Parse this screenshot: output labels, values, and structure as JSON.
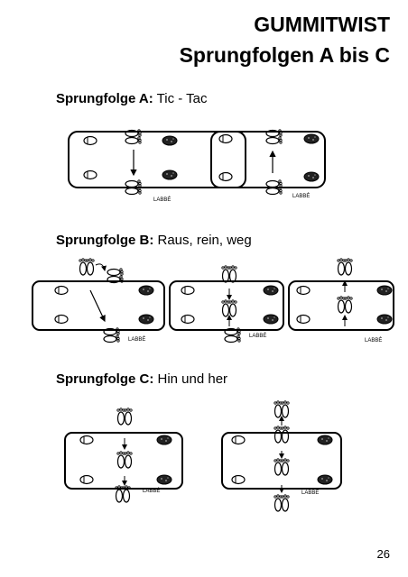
{
  "header": {
    "title_line1": "GUMMITWIST",
    "title_line2": "Sprungfolgen A bis C"
  },
  "sections": [
    {
      "label": "Sprungfolge A:",
      "text": "Tic - Tac"
    },
    {
      "label": "Sprungfolge B:",
      "text": "Raus, rein, weg"
    },
    {
      "label": "Sprungfolge C:",
      "text": "Hin und her"
    }
  ],
  "figure_label": "LABBÉ",
  "page_number": "26"
}
